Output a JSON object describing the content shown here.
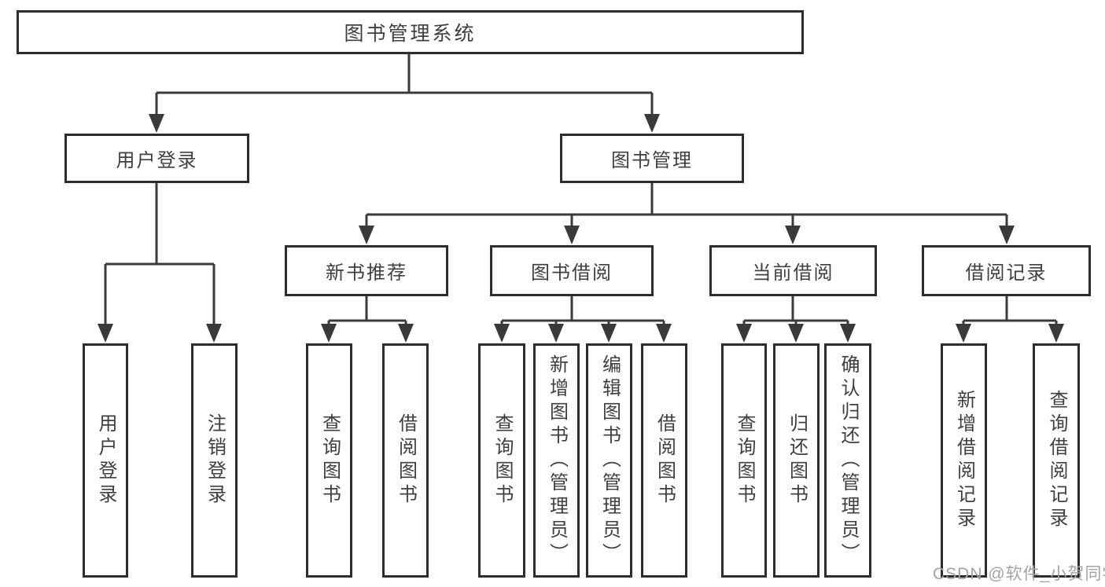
{
  "tree": {
    "root": "图书管理系统",
    "children": [
      {
        "label": "用户登录",
        "children": [
          {
            "label": "用户登录"
          },
          {
            "label": "注销登录"
          }
        ]
      },
      {
        "label": "图书管理",
        "children": [
          {
            "label": "新书推荐",
            "children": [
              {
                "label": "查询图书"
              },
              {
                "label": "借阅图书"
              }
            ]
          },
          {
            "label": "图书借阅",
            "children": [
              {
                "label": "查询图书"
              },
              {
                "label": "新增图书（管理员）"
              },
              {
                "label": "编辑图书（管理员）"
              },
              {
                "label": "借阅图书"
              }
            ]
          },
          {
            "label": "当前借阅",
            "children": [
              {
                "label": "查询图书"
              },
              {
                "label": "归还图书"
              },
              {
                "label": "确认归还（管理员）"
              }
            ]
          },
          {
            "label": "借阅记录",
            "children": [
              {
                "label": "新增借阅记录"
              },
              {
                "label": "查询借阅记录"
              }
            ]
          }
        ]
      }
    ]
  },
  "watermark": {
    "text": "CSDN @软件_小贺同学"
  },
  "colors": {
    "line": "#3a3a3a",
    "border": "#2d2d2d",
    "text": "#3f3f3f",
    "watermark": "#a3a3a3",
    "background": "#ffffff"
  }
}
